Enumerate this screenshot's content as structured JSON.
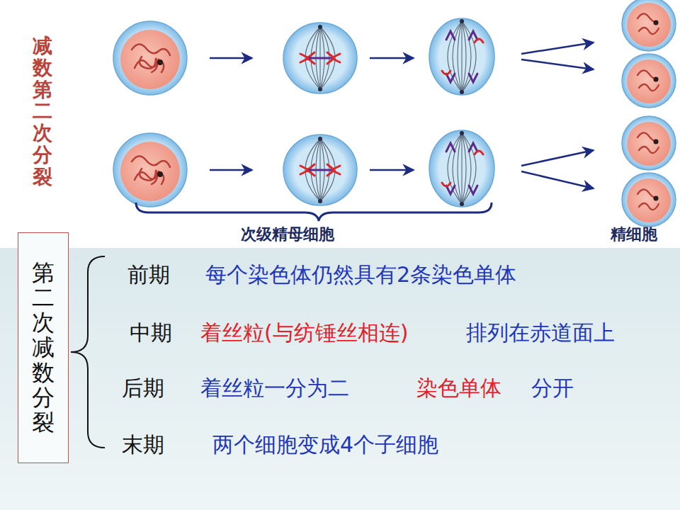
{
  "diagram": {
    "nodes": [
      {
        "text": [
          "第二次减数分裂"
        ]
      }
    ],
    "labels": [
      "减数第二次分裂",
      "次级精母细胞",
      "精细胞",
      "前期",
      "每个染色体仍然具有2条染色单体",
      "中期",
      "着丝粒(与纺锤丝相连)",
      "排列在赤道面上",
      "后期",
      "着丝粒一分为二",
      "染色单体",
      "分开",
      "末期",
      "两个细胞变成4个子细胞"
    ]
  }
}
